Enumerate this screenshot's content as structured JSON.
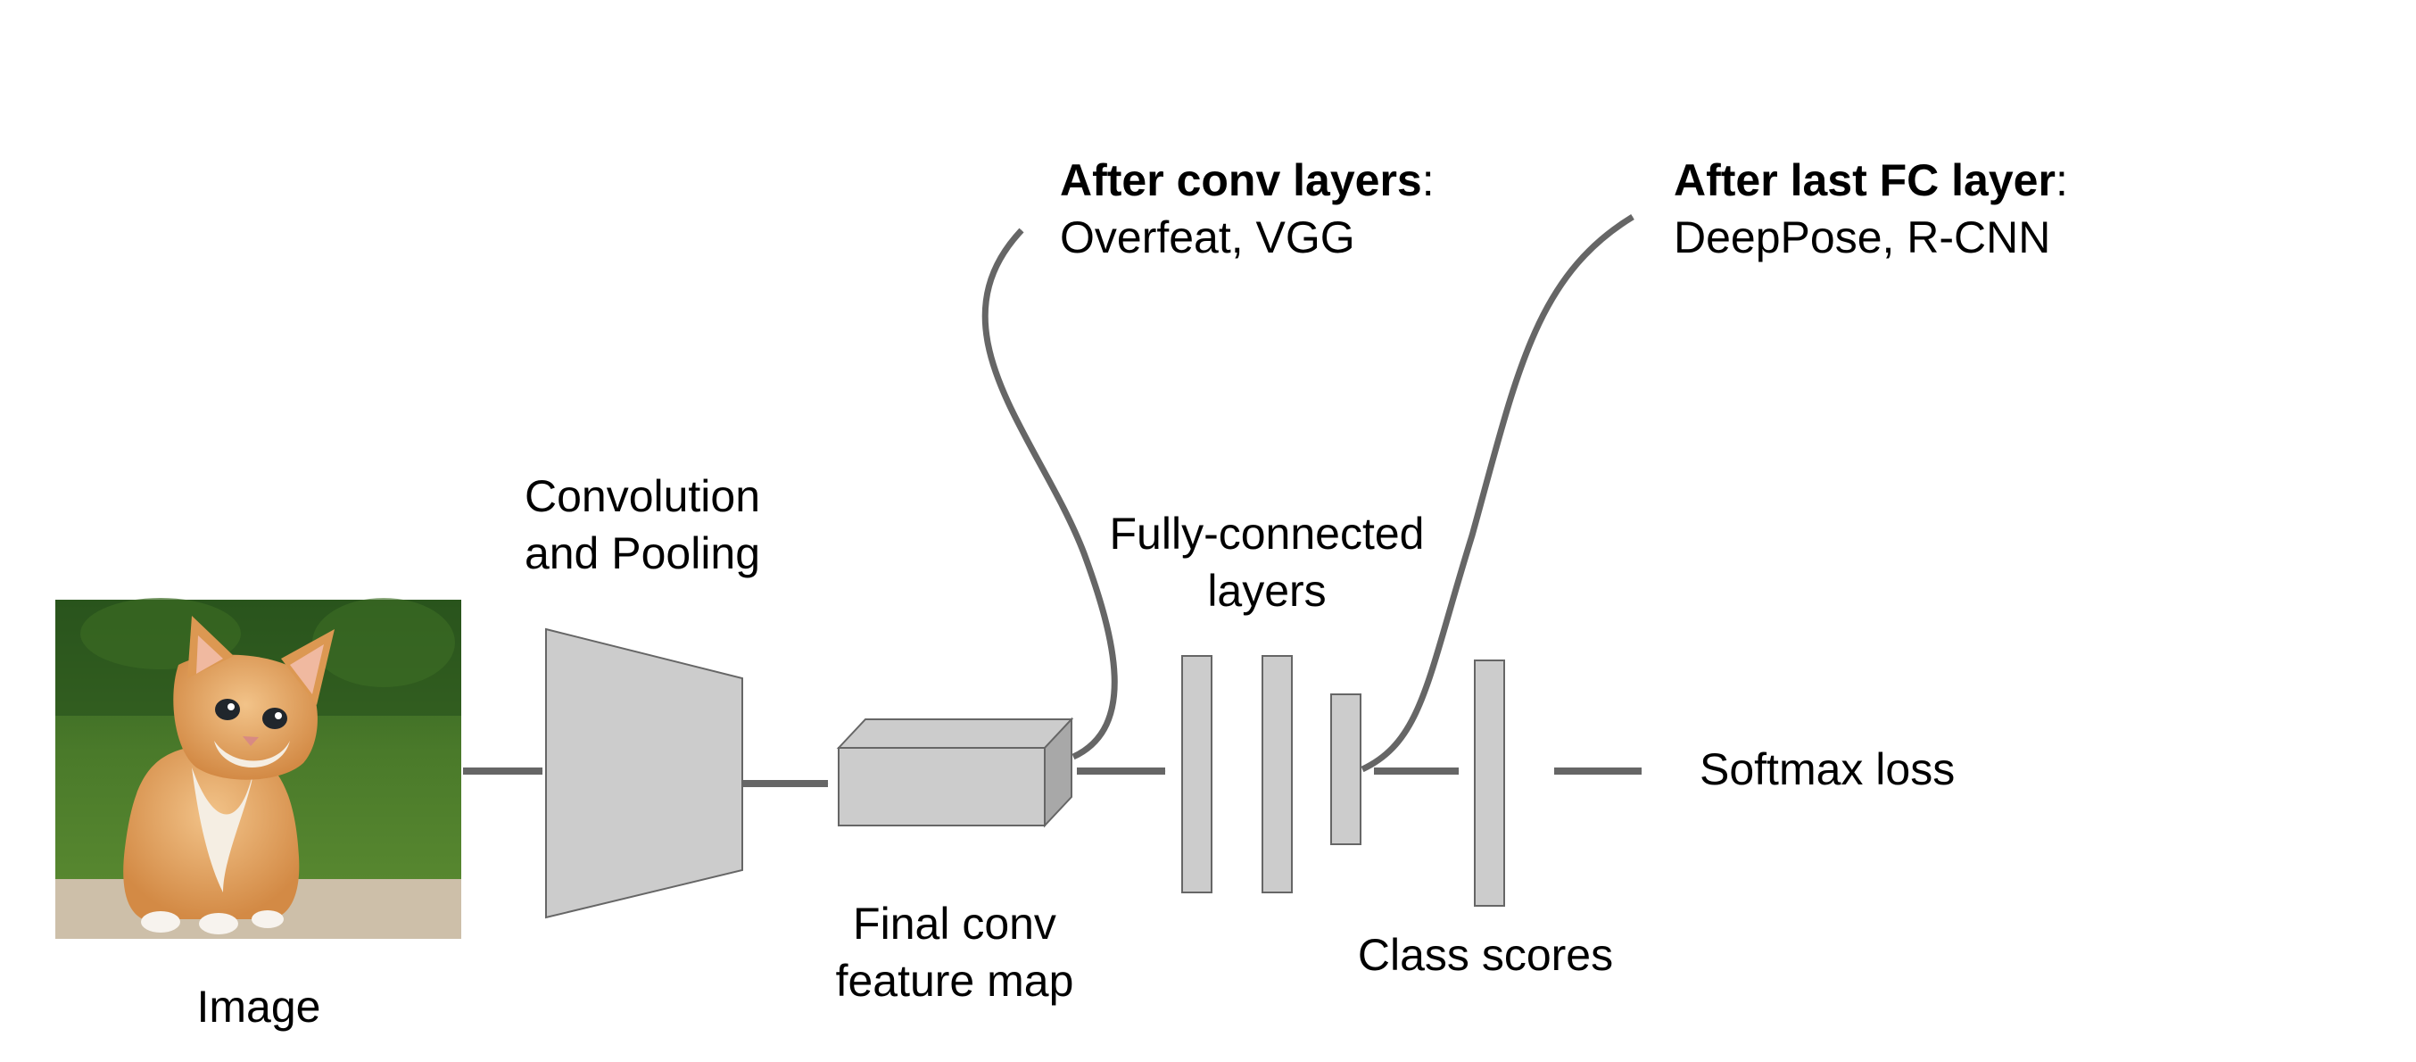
{
  "labels": {
    "image": "Image",
    "conv_line1": "Convolution",
    "conv_line2": "and Pooling",
    "final_line1": "Final conv",
    "final_line2": "feature map",
    "fc_line1": "Fully-connected",
    "fc_line2": "layers",
    "class_scores": "Class scores",
    "softmax": "Softmax loss"
  },
  "annotations": {
    "after_conv": {
      "title": "After conv layers",
      "colon": ":",
      "models": "Overfeat, VGG"
    },
    "after_fc": {
      "title": "After last FC layer",
      "colon": ":",
      "models": "DeepPose, R-CNN"
    }
  },
  "colors": {
    "shape_fill": "#cccccc",
    "shape_stroke": "#666666",
    "arrow": "#666666"
  },
  "image_subject": "kitten-photo"
}
